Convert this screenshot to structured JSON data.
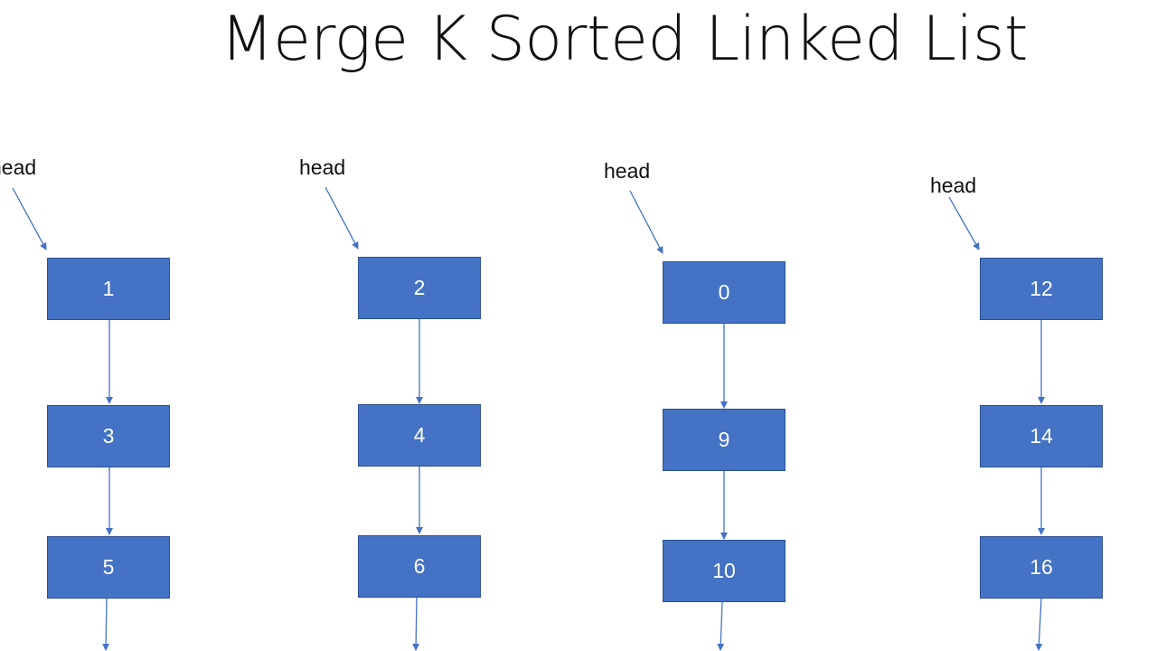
{
  "title": "Merge K Sorted Linked List",
  "colors": {
    "node_fill": "#4472c4",
    "node_border": "#2f528f",
    "arrow": "#4472c4",
    "text": "#111111"
  },
  "lists": [
    {
      "head_label": "head",
      "nodes": [
        "1",
        "3",
        "5"
      ]
    },
    {
      "head_label": "head",
      "nodes": [
        "2",
        "4",
        "6"
      ]
    },
    {
      "head_label": "head",
      "nodes": [
        "0",
        "9",
        "10"
      ]
    },
    {
      "head_label": "head",
      "nodes": [
        "12",
        "14",
        "16"
      ]
    }
  ]
}
